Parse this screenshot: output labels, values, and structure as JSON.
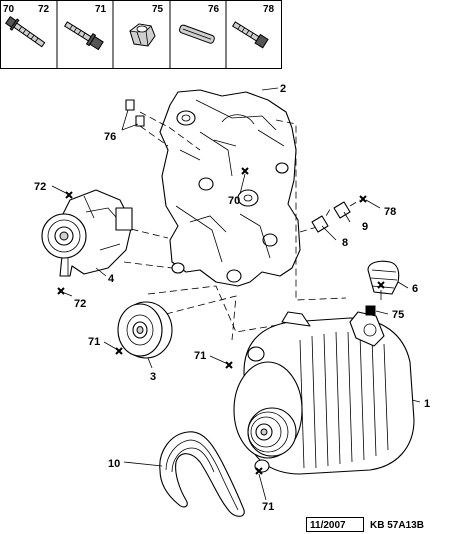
{
  "legend": [
    {
      "code": "70",
      "ref": "72",
      "icon": "long-bolt-icon"
    },
    {
      "code": "71",
      "icon": "bolt-icon"
    },
    {
      "code": "75",
      "icon": "nut-icon"
    },
    {
      "code": "76",
      "icon": "dowel-pin-icon"
    },
    {
      "code": "78",
      "icon": "screw-icon"
    }
  ],
  "callouts": {
    "c1": "1",
    "c2": "2",
    "c3": "3",
    "c4": "4",
    "c6": "6",
    "c8": "8",
    "c9": "9",
    "c10": "10",
    "c70": "70",
    "c71a": "71",
    "c71b": "71",
    "c71c": "71",
    "c72a": "72",
    "c72b": "72",
    "c75": "75",
    "c76": "76",
    "c78": "78"
  },
  "footer": {
    "date": "11/2007",
    "code": "KB 57A13B"
  }
}
